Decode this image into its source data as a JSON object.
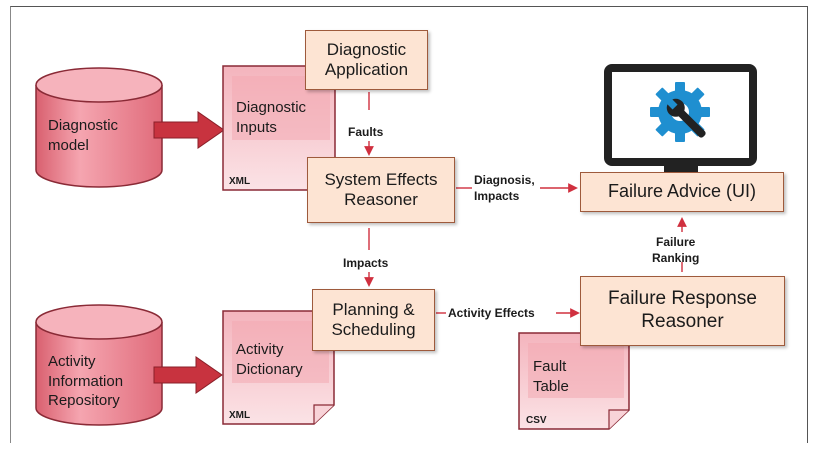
{
  "cylinders": {
    "diagnostic_model": "Diagnostic\nmodel",
    "activity_repo": "Activity\nInformation\nRepository"
  },
  "documents": {
    "diagnostic_inputs": {
      "label": "Diagnostic\nInputs",
      "tag": "XML"
    },
    "activity_dictionary": {
      "label": "Activity\nDictionary",
      "tag": "XML"
    },
    "fault_table": {
      "label": "Fault\nTable",
      "tag": "CSV"
    }
  },
  "boxes": {
    "diagnostic_application": "Diagnostic\nApplication",
    "system_effects_reasoner": "System Effects\nReasoner",
    "failure_advice": "Failure Advice (UI)",
    "planning_scheduling": "Planning &\nScheduling",
    "failure_response_reasoner": "Failure Response\nReasoner"
  },
  "edge_labels": {
    "faults": "Faults",
    "diagnosis_impacts": "Diagnosis,\nImpacts",
    "impacts": "Impacts",
    "activity_effects": "Activity Effects",
    "failure_ranking": "Failure\nRanking"
  },
  "colors": {
    "cylinder_fill": "#f08a9a",
    "document_fill": "#f7c3cb",
    "box_fill": "#fde4d3",
    "arrow": "#d0303f",
    "monitor": "#222222",
    "gear": "#1f8fd0"
  },
  "icons": {
    "monitor": "monitor-gear-wrench-icon"
  }
}
